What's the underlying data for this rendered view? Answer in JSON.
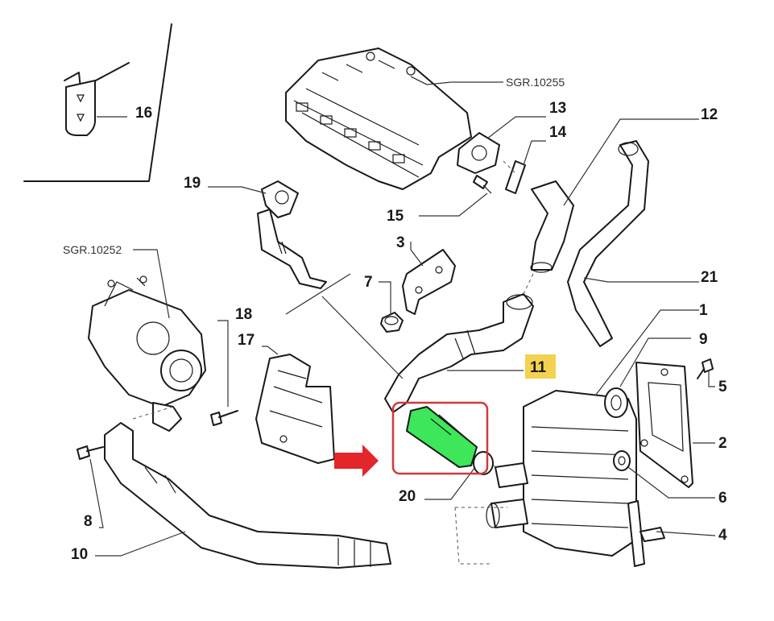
{
  "references": {
    "upper": "SGR.10255",
    "left": "SGR.10252"
  },
  "callouts": [
    {
      "id": "c1",
      "label": "1"
    },
    {
      "id": "c2",
      "label": "2"
    },
    {
      "id": "c3",
      "label": "3"
    },
    {
      "id": "c4",
      "label": "4"
    },
    {
      "id": "c5",
      "label": "5"
    },
    {
      "id": "c6",
      "label": "6"
    },
    {
      "id": "c7",
      "label": "7"
    },
    {
      "id": "c8",
      "label": "8"
    },
    {
      "id": "c9",
      "label": "9"
    },
    {
      "id": "c10",
      "label": "10"
    },
    {
      "id": "c11",
      "label": "11"
    },
    {
      "id": "c12",
      "label": "12"
    },
    {
      "id": "c13",
      "label": "13"
    },
    {
      "id": "c14",
      "label": "14"
    },
    {
      "id": "c15",
      "label": "15"
    },
    {
      "id": "c16",
      "label": "16"
    },
    {
      "id": "c17",
      "label": "17"
    },
    {
      "id": "c18",
      "label": "18"
    },
    {
      "id": "c19",
      "label": "19"
    },
    {
      "id": "c20",
      "label": "20"
    },
    {
      "id": "c21",
      "label": "21"
    }
  ],
  "colors": {
    "highlight_part": "#3ee65a",
    "highlight_box": "#d03a3a",
    "arrow": "#e2262a",
    "label_11_bg": "#f2d250"
  }
}
